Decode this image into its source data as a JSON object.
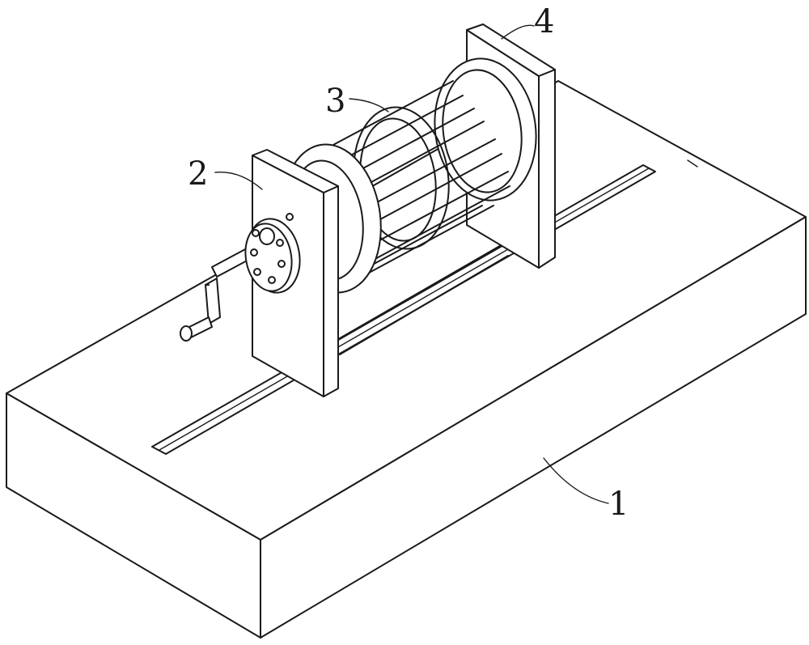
{
  "figure": {
    "callouts": [
      {
        "id": "1",
        "text": "1"
      },
      {
        "id": "2",
        "text": "2"
      },
      {
        "id": "3",
        "text": "3"
      },
      {
        "id": "4",
        "text": "4"
      }
    ]
  },
  "colors": {
    "line": "#1a1a1a",
    "background": "#ffffff"
  }
}
